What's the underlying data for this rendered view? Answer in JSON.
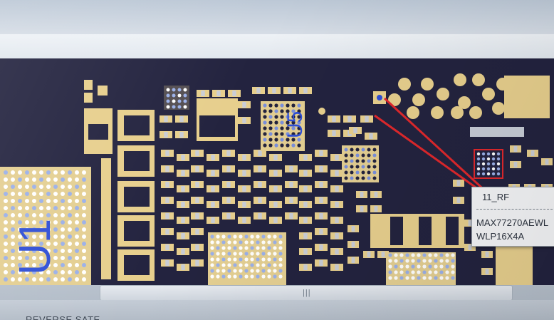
{
  "board": {
    "labels": [
      "U1",
      "U5"
    ]
  },
  "tooltip": {
    "net_name": "11_RF",
    "part_number": "MAX77270AEWL",
    "package": "WLP16X4A"
  },
  "status": {
    "text": "REVERSE SATE"
  },
  "scrollbar": {
    "grip": "|||"
  },
  "colors": {
    "board_background": "#23233f",
    "pad": "#e7cf8d",
    "highlight_line": "#e0282c",
    "label": "#2f4fd6"
  }
}
